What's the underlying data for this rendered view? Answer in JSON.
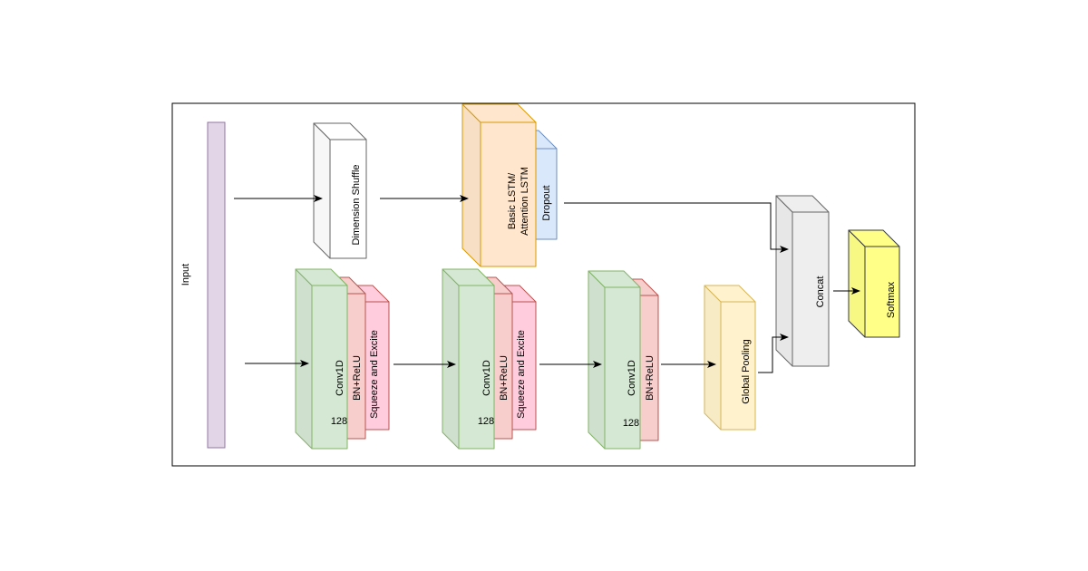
{
  "labels": {
    "input": "Input",
    "dimension_shuffle": "Dimension Shuffle",
    "lstm_line1": "Basic LSTM/",
    "lstm_line2": "Attention LSTM",
    "dropout": "Dropout",
    "conv1d": "Conv1D",
    "bn_relu": "BN+ReLU",
    "squeeze_excite": "Squeeze and Excite",
    "filters": "128",
    "global_pooling": "Global Pooling",
    "concat": "Concat",
    "softmax": "Softmax"
  },
  "colors": {
    "input": "#e1d5e7",
    "input_stroke": "#9673a6",
    "shuffle": "#ffffff",
    "shuffle_stroke": "#666666",
    "lstm": "#ffe6cc",
    "lstm_stroke": "#d79b00",
    "dropout": "#dae8fc",
    "dropout_stroke": "#6c8ebf",
    "conv": "#d5e8d4",
    "conv_stroke": "#82b366",
    "bn": "#f8cecc",
    "bn_stroke": "#b85450",
    "se": "#ffccdd",
    "se_stroke": "#b85450",
    "pool": "#fff2cc",
    "pool_stroke": "#d6b656",
    "concat": "#eeeeee",
    "concat_stroke": "#666666",
    "softmax": "#ffff88",
    "softmax_stroke": "#36393d"
  }
}
